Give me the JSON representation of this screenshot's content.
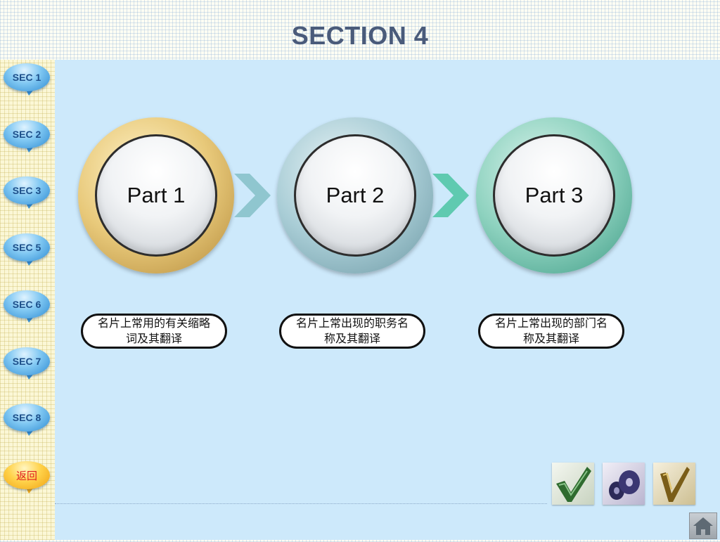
{
  "page": {
    "title": "SECTION 4"
  },
  "sidebar": {
    "items": [
      {
        "label": "SEC 1"
      },
      {
        "label": "SEC 2"
      },
      {
        "label": "SEC 3"
      },
      {
        "label": "SEC 5"
      },
      {
        "label": "SEC 6"
      },
      {
        "label": "SEC 7"
      },
      {
        "label": "SEC 8"
      }
    ],
    "back_label": "返回"
  },
  "parts": [
    {
      "label": "Part 1",
      "caption": "名片上常用的有关缩略词及其翻译",
      "ring_color": "#c9a04f"
    },
    {
      "label": "Part 2",
      "caption": "名片上常出现的职务名称及其翻译",
      "ring_color": "#8db6c0"
    },
    {
      "label": "Part 3",
      "caption": "名片上常出现的部门名称及其翻译",
      "ring_color": "#5cb89f"
    }
  ],
  "colors": {
    "panel_background": "#cde9fb",
    "title_color": "#4a5b7a",
    "chevron_1": "#8fc6cf",
    "chevron_2": "#5fcab0"
  },
  "footer": {
    "thumbnails": [
      {
        "icon": "green-checkmark-icon"
      },
      {
        "icon": "purple-disc-icon"
      },
      {
        "icon": "gold-checkmark-icon"
      }
    ],
    "home_icon": "home-icon"
  }
}
